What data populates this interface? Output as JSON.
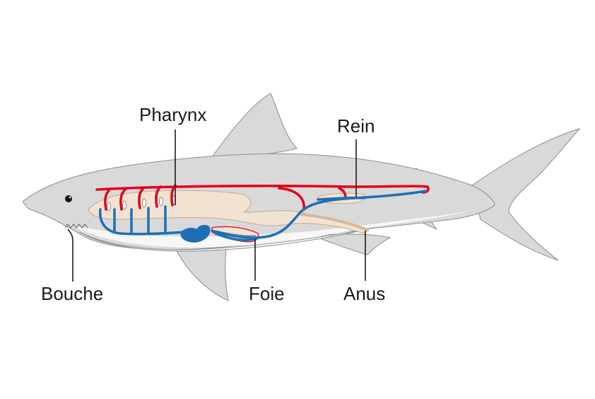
{
  "labels": {
    "pharynx": "Pharynx",
    "rein": "Rein",
    "bouche": "Bouche",
    "foie": "Foie",
    "anus": "Anus"
  },
  "colors": {
    "body": "#d9d9d9",
    "belly": "#f7f7f7",
    "outline": "#8c8c8c",
    "digestive": "#f2e2d2",
    "artery": "#e3001b",
    "vein": "#1e6fb5",
    "leader": "#1a1a1a"
  }
}
